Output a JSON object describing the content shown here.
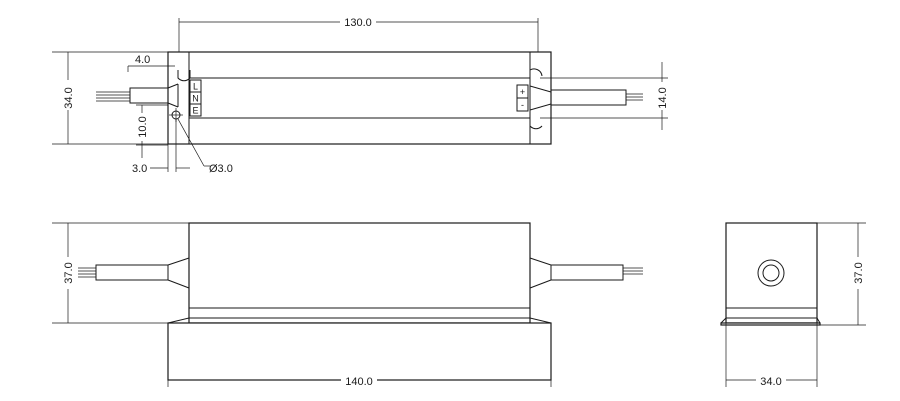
{
  "dimensions": {
    "top_length": "130.0",
    "side_height": "34.0",
    "cable_offset": "4.0",
    "output_spacing": "14.0",
    "hole_offset_v": "10.0",
    "hole_offset_h": "3.0",
    "hole_diameter": "Ø3.0",
    "front_height": "37.0",
    "front_length": "140.0",
    "end_height": "37.0",
    "end_width": "34.0"
  },
  "terminals": {
    "input": [
      "L",
      "N",
      "E"
    ],
    "output": [
      "+",
      "-"
    ]
  }
}
